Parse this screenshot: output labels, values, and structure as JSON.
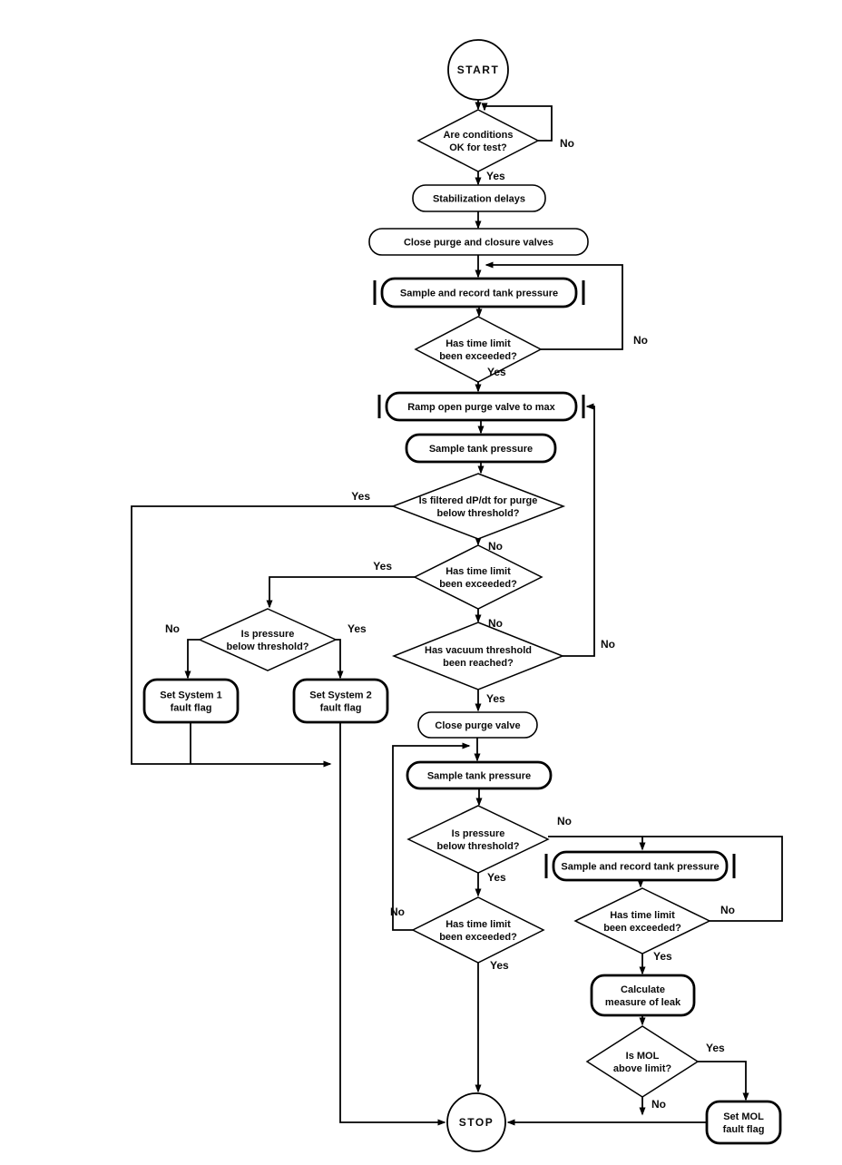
{
  "diagram": {
    "background": "#ffffff",
    "line_color": "#000000",
    "branch_labels": {
      "yes": "Yes",
      "no": "No"
    },
    "nodes": {
      "start": {
        "type": "terminal",
        "label": "START",
        "lines": [
          "START"
        ]
      },
      "cond_ok": {
        "type": "decision",
        "label": "Are conditions OK for test?",
        "lines": [
          "Are conditions",
          "OK for test?"
        ]
      },
      "stabilization": {
        "type": "process",
        "label": "Stabilization delays",
        "lines": [
          "Stabilization delays"
        ]
      },
      "close_valves": {
        "type": "process",
        "label": "Close purge and closure valves",
        "lines": [
          "Close purge and closure valves"
        ]
      },
      "sample_record_1": {
        "type": "subprocess",
        "label": "Sample and record tank pressure",
        "lines": [
          "Sample and record tank pressure"
        ]
      },
      "time_limit_1": {
        "type": "decision",
        "label": "Has time limit been exceeded?",
        "lines": [
          "Has time limit",
          "been exceeded?"
        ]
      },
      "ramp_purge": {
        "type": "subprocess",
        "label": "Ramp open purge valve to max",
        "lines": [
          "Ramp open purge valve to max"
        ]
      },
      "sample_1": {
        "type": "process",
        "label": "Sample tank pressure",
        "lines": [
          "Sample tank pressure"
        ]
      },
      "filtered_purge": {
        "type": "decision",
        "label": "Is filtered dP/dt for purge below threshold?",
        "lines": [
          "Is filtered dP/dt for purge",
          "below threshold?"
        ]
      },
      "time_limit_2": {
        "type": "decision",
        "label": "Has time limit been exceeded?",
        "lines": [
          "Has time limit",
          "been exceeded?"
        ]
      },
      "vacuum_threshold": {
        "type": "decision",
        "label": "Has vacuum threshold been reached?",
        "lines": [
          "Has vacuum threshold",
          "been reached?"
        ]
      },
      "pressure_1": {
        "type": "decision",
        "label": "Is pressure below threshold?",
        "lines": [
          "Is pressure",
          "below threshold?"
        ]
      },
      "sys1_fault": {
        "type": "process",
        "label": "Set System 1 fault flag",
        "lines": [
          "Set System 1",
          "fault flag"
        ]
      },
      "sys2_fault": {
        "type": "process",
        "label": "Set System 2 fault flag",
        "lines": [
          "Set System 2",
          "fault flag"
        ]
      },
      "close_purge": {
        "type": "process",
        "label": "Close purge valve",
        "lines": [
          "Close purge valve"
        ]
      },
      "sample_2": {
        "type": "process",
        "label": "Sample tank pressure",
        "lines": [
          "Sample tank pressure"
        ]
      },
      "pressure_2": {
        "type": "decision",
        "label": "Is pressure below threshold?",
        "lines": [
          "Is pressure",
          "below threshold?"
        ]
      },
      "time_limit_3": {
        "type": "decision",
        "label": "Has time limit been exceeded?",
        "lines": [
          "Has time limit",
          "been exceeded?"
        ]
      },
      "sample_record_2": {
        "type": "subprocess",
        "label": "Sample and record tank pressure",
        "lines": [
          "Sample and record tank pressure"
        ]
      },
      "time_limit_4": {
        "type": "decision",
        "label": "Has time limit been exceeded?",
        "lines": [
          "Has time limit",
          "been exceeded?"
        ]
      },
      "calc_leak": {
        "type": "process",
        "label": "Calculate measure of leak",
        "lines": [
          "Calculate",
          "measure of leak"
        ]
      },
      "mol_limit": {
        "type": "decision",
        "label": "Is MOL above limit?",
        "lines": [
          "Is MOL",
          "above limit?"
        ]
      },
      "set_mol_fault": {
        "type": "process",
        "label": "Set MOL fault flag",
        "lines": [
          "Set MOL",
          "fault flag"
        ]
      },
      "stop": {
        "type": "terminal",
        "label": "STOP",
        "lines": [
          "STOP"
        ]
      }
    }
  }
}
